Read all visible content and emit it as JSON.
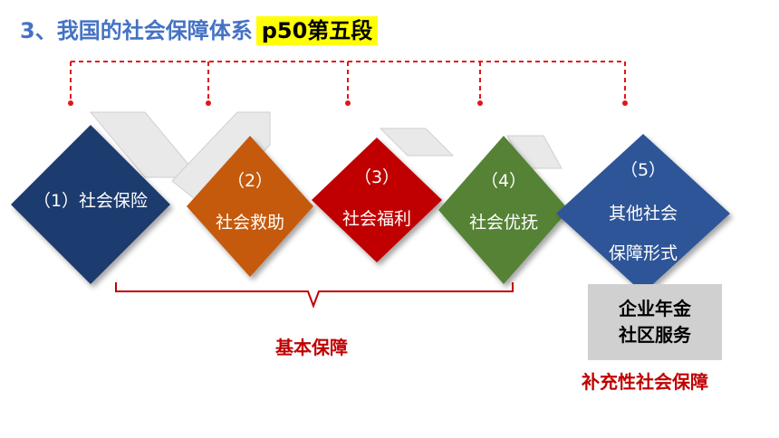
{
  "title": {
    "main": "3、我国的社会保障体系",
    "highlight": "p50第五段"
  },
  "items": [
    {
      "num": "",
      "label": "（1）社会保险",
      "color": "#1f3a6e"
    },
    {
      "num": "（2）",
      "label": "社会救助",
      "color": "#c55a11"
    },
    {
      "num": "（3）",
      "label": "社会福利",
      "color": "#c00000"
    },
    {
      "num": "（4）",
      "label": "社会优抚",
      "color": "#548235"
    },
    {
      "num": "（5）",
      "label": "其他社会",
      "label2": "保障形式",
      "color": "#2f5597"
    }
  ],
  "basic": {
    "label": "基本保障"
  },
  "supplementary": {
    "items": [
      "企业年金",
      "社区服务"
    ],
    "label": "补充性社会保障"
  },
  "colors": {
    "connector": "#e0161a",
    "brace": "#c00000",
    "title": "#4472c4",
    "highlight_bg": "#ffff00",
    "box_bg": "#d0d0d0"
  }
}
